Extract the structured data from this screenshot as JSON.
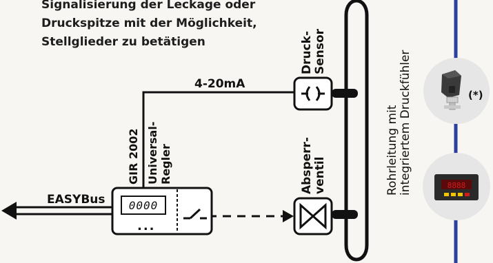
{
  "intro_lines": [
    "Signalisierung der Leckage oder",
    "Druckspitze mit der Möglichkeit,",
    "Stellglieder zu betätigen"
  ],
  "signal_label": "4-20mA",
  "bus_label": "EASYBus",
  "controller": {
    "model": "GIR 2002",
    "name_lines": [
      "Universal-",
      "Regler"
    ],
    "display": "0000",
    "dots": "..."
  },
  "sensor_lines": [
    "Druck-",
    "Sensor"
  ],
  "valve_lines": [
    "Absperr-",
    "ventil"
  ],
  "pipe_lines": [
    "Rohrleitung mit",
    "integriertem Druckfühler"
  ],
  "sensor_note": "(*)",
  "colors": {
    "line": "#111111",
    "circle_fill": "#e6e6e6",
    "blue_line": "#2c3f9c",
    "display_red": "#d21c1c",
    "button_yellow": "#f2c400"
  }
}
